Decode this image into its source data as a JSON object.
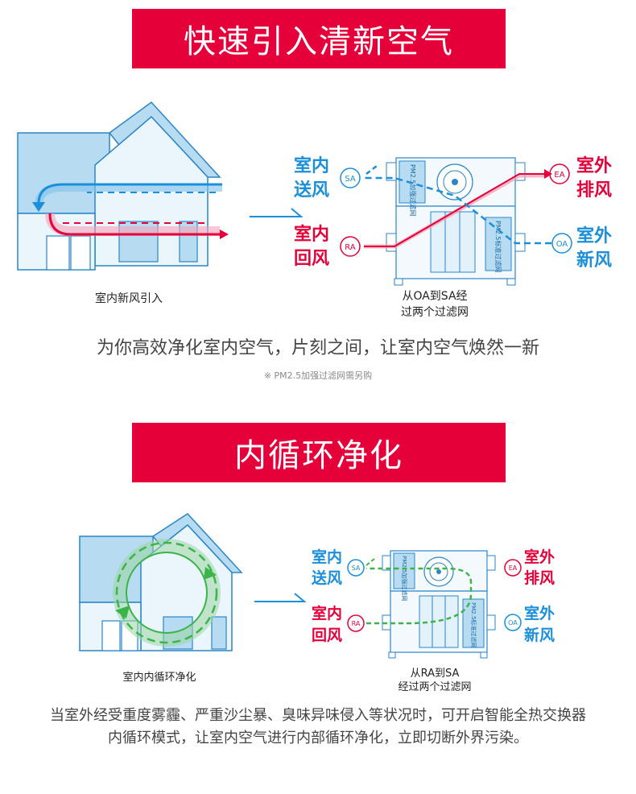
{
  "section1": {
    "banner": "快速引入清新空气",
    "house_caption": "室内新风引入",
    "unit_caption_line1": "从OA到SA经",
    "unit_caption_line2": "过两个过滤网",
    "labels": {
      "sa_l1": "室内",
      "sa_l2": "送风",
      "sa_code": "SA",
      "ra_l1": "室内",
      "ra_l2": "回风",
      "ra_code": "RA",
      "ea_l1": "室外",
      "ea_l2": "排风",
      "ea_code": "EA",
      "oa_l1": "室外",
      "oa_l2": "新风",
      "oa_code": "OA"
    },
    "filter1_text": "PM2.5加强过滤网",
    "filter2_text": "PM2.5标准过滤网",
    "description": "为你高效净化室内空气，片刻之间，让室内空气焕然一新",
    "note": "※ PM2.5加强过滤网需另购"
  },
  "section2": {
    "banner": "内循环净化",
    "house_caption": "室内内循环净化",
    "unit_caption_line1": "从RA到SA",
    "unit_caption_line2": "经过两个过滤网",
    "labels": {
      "sa_l1": "室内",
      "sa_l2": "送风",
      "sa_code": "SA",
      "ra_l1": "室内",
      "ra_l2": "回风",
      "ra_code": "RA",
      "ea_l1": "室外",
      "ea_l2": "排风",
      "ea_code": "EA",
      "oa_l1": "室外",
      "oa_l2": "新风",
      "oa_code": "OA"
    },
    "filter1_text": "PM2.5加强过滤网",
    "filter2_text": "PM2.5标准过滤网",
    "description_line1": "当室外经受重度雾霾、严重沙尘暴、臭味异味侵入等状况时，可开启智能全热交换器",
    "description_line2": "内循环模式，让室内空气进行内部循环净化，立即切断外界污染。"
  },
  "colors": {
    "banner_red": "#e5003a",
    "blue": "#1b8fd9",
    "red": "#e5003a",
    "green": "#3cb44a",
    "house_fill": "#b7dcf2",
    "house_line": "#2b86c9"
  }
}
